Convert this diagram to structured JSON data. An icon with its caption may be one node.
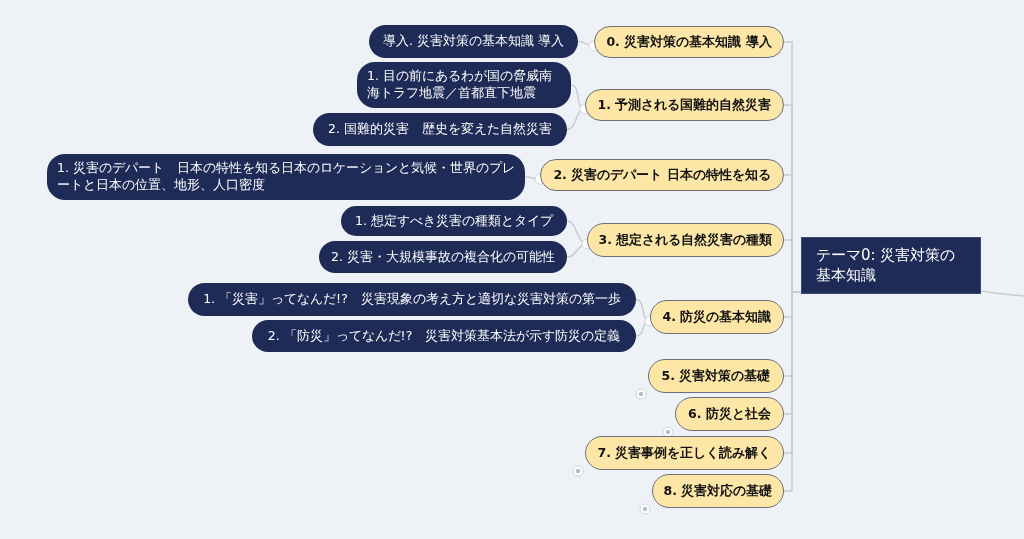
{
  "diagram": {
    "nodes": [
      {
        "text": [
          "テーマ0: 災害対策の基本知識"
        ]
      },
      {
        "text": [
          "0. 災害対策の基本知識 導入"
        ]
      },
      {
        "text": [
          "導入. 災害対策の基本知識 導入"
        ]
      },
      {
        "text": [
          "1. 予測される国難的自然災害"
        ]
      },
      {
        "text": [
          "1. 目の前にあるわが国の脅威南海トラフ地震／首都直下地震"
        ]
      },
      {
        "text": [
          "2. 国難的災害　歴史を変えた自然災害"
        ]
      },
      {
        "text": [
          "2. 災害のデパート 日本の特性を知る"
        ]
      },
      {
        "text": [
          "1. 災害のデパート　日本の特性を知る日本のロケーションと気候・世界のプレートと日本の位置、地形、人口密度"
        ]
      },
      {
        "text": [
          "3. 想定される自然災害の種類"
        ]
      },
      {
        "text": [
          "1. 想定すべき災害の種類とタイプ"
        ]
      },
      {
        "text": [
          "2. 災害・大規模事故の複合化の可能性"
        ]
      },
      {
        "text": [
          "4. 防災の基本知識"
        ]
      },
      {
        "text": [
          "1. 「災害」ってなんだ!?　災害現象の考え方と適切な災害対策の第一歩"
        ]
      },
      {
        "text": [
          "2. 「防災」ってなんだ!?　災害対策基本法が示す防災の定義"
        ]
      },
      {
        "text": [
          "5. 災害対策の基礎"
        ]
      },
      {
        "text": [
          "6. 防災と社会"
        ]
      },
      {
        "text": [
          "7. 災害事例を正しく読み解く"
        ]
      },
      {
        "text": [
          "8. 災害対応の基礎"
        ]
      }
    ],
    "edges": [
      {
        "from": 0,
        "to": null,
        "arrow": "none"
      },
      {
        "from": 0,
        "to": 1,
        "arrow": "none"
      },
      {
        "from": 0,
        "to": 3,
        "arrow": "none"
      },
      {
        "from": 0,
        "to": 6,
        "arrow": "none"
      },
      {
        "from": 0,
        "to": 8,
        "arrow": "none"
      },
      {
        "from": 0,
        "to": 11,
        "arrow": "none"
      },
      {
        "from": 0,
        "to": 14,
        "arrow": "none"
      },
      {
        "from": 0,
        "to": 15,
        "arrow": "none"
      },
      {
        "from": 0,
        "to": 16,
        "arrow": "none"
      },
      {
        "from": 0,
        "to": 17,
        "arrow": "none"
      },
      {
        "from": 1,
        "to": 2,
        "arrow": "none"
      },
      {
        "from": 3,
        "to": 4,
        "arrow": "none"
      },
      {
        "from": 3,
        "to": 5,
        "arrow": "none"
      },
      {
        "from": 6,
        "to": 7,
        "arrow": "none"
      },
      {
        "from": 8,
        "to": 9,
        "arrow": "none"
      },
      {
        "from": 8,
        "to": 10,
        "arrow": "none"
      },
      {
        "from": 11,
        "to": 12,
        "arrow": "none"
      },
      {
        "from": 11,
        "to": 13,
        "arrow": "none"
      }
    ]
  }
}
